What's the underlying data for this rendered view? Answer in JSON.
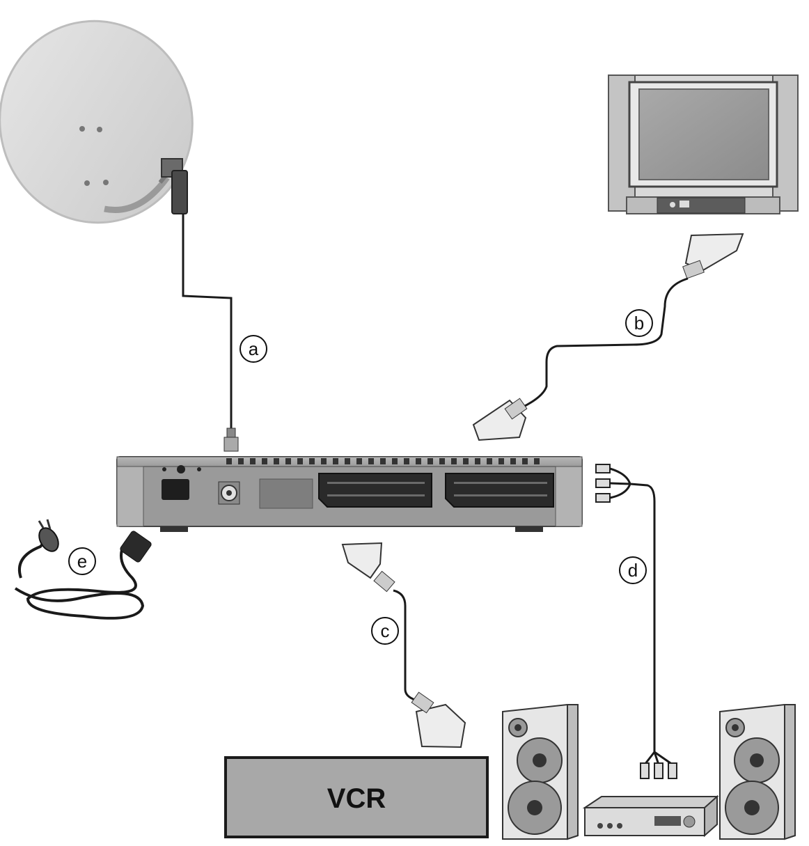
{
  "callouts": {
    "a": "a",
    "b": "b",
    "c": "c",
    "d": "d",
    "e": "e"
  },
  "vcr": {
    "label": "VCR"
  },
  "colors": {
    "dish": "#dcdcdc",
    "receiver": "#8e8e8e",
    "receiver_dark": "#6e6e6e",
    "cable": "#1a1a1a",
    "vcr_fill": "#a8a8a8",
    "speaker": "#e9e9e9",
    "tv_frame": "#d9d9d9"
  }
}
